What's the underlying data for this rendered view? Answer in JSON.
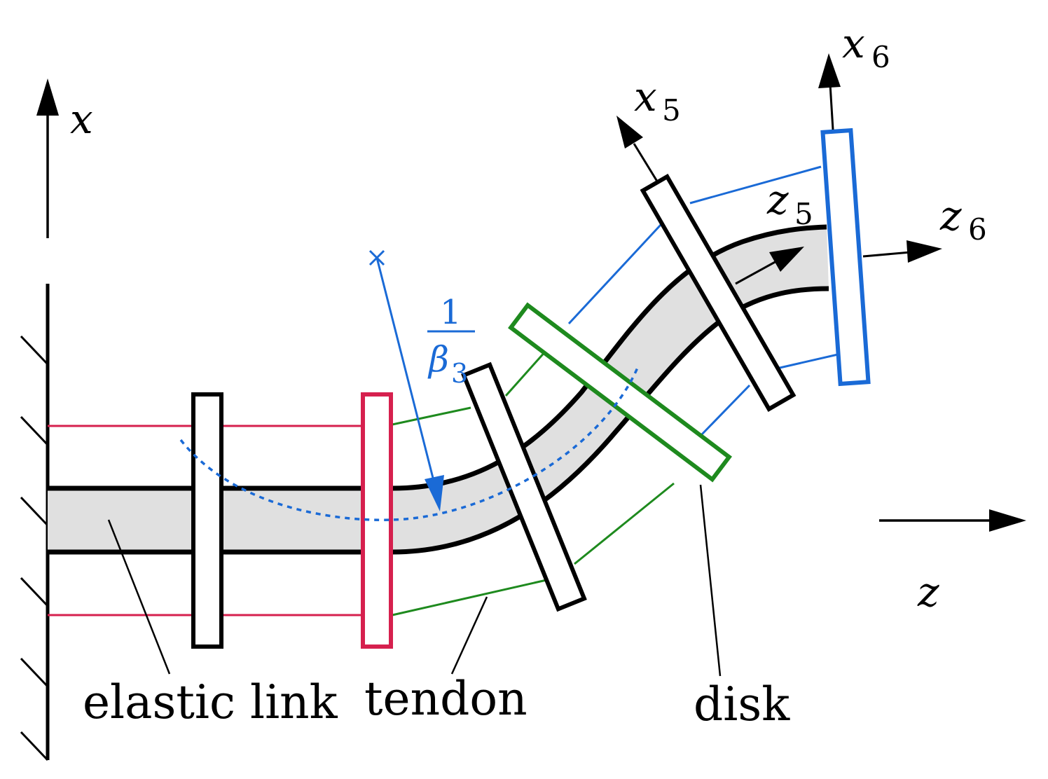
{
  "labels": {
    "x": "x",
    "z": "z",
    "x5": "x",
    "x5_sub": "5",
    "x6": "x",
    "x6_sub": "6",
    "z5": "z",
    "z5_sub": "5",
    "z6": "z",
    "z6_sub": "6",
    "curv_num": "1",
    "curv_den": "β",
    "curv_den_sub": "3",
    "elastic_link": "elastic link",
    "tendon": "tendon",
    "disk": "disk"
  },
  "colors": {
    "black": "#000000",
    "link_fill": "#e0e0e0",
    "red": "#d6204e",
    "green": "#1e8a1e",
    "blue": "#1a6ad6"
  }
}
